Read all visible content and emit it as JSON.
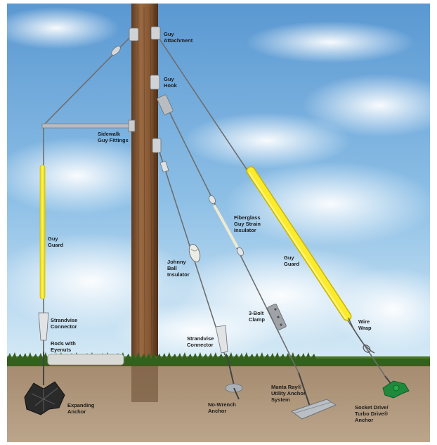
{
  "labels": {
    "guy_attachment": [
      "Guy",
      "Attachment"
    ],
    "guy_hook": [
      "Guy",
      "Hook"
    ],
    "sidewalk_guy_fittings": [
      "Sidewalk",
      "Guy Fittings"
    ],
    "fiberglass_insulator": [
      "Fiberglass",
      "Guy Strain",
      "Insulator"
    ],
    "guy_guard_left": [
      "Guy",
      "Guard"
    ],
    "guy_guard_right": [
      "Guy",
      "Guard"
    ],
    "johnny_ball_insulator": [
      "Johnny",
      "Ball",
      "Insulator"
    ],
    "strandvise_connector_left": [
      "Strandvise",
      "Connector"
    ],
    "strandvise_connector_mid": [
      "Strandvise",
      "Connector"
    ],
    "three_bolt_clamp": [
      "3-Bolt",
      "Clamp"
    ],
    "wire_wrap": [
      "Wire",
      "Wrap"
    ],
    "rods_with_eyenuts": [
      "Rods with",
      "Eyenuts"
    ],
    "expanding_anchor": [
      "Expanding",
      "Anchor"
    ],
    "no_wrench_anchor": [
      "No-Wrench",
      "Anchor"
    ],
    "manta_ray_system": [
      "Manta Ray®",
      "Utility Anchor",
      "System"
    ],
    "socket_drive_anchor": [
      "Socket Drive/",
      "Turbo Drive®",
      "Anchor"
    ]
  },
  "colors": {
    "sky_top": "#5f9fd6",
    "sky_bottom": "#c9e2f3",
    "pole": "#8a5a36",
    "pole_dark": "#5e3b21",
    "grass": "#3f6b22",
    "soil": "#b39a7f",
    "guard_yellow": "#f5e61e",
    "anchor_green": "#1f8a3c",
    "cable": "#6b6b6b"
  }
}
